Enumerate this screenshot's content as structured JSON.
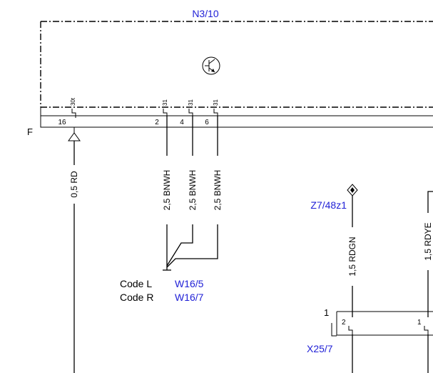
{
  "components": {
    "ecu": {
      "label": "N3/10"
    },
    "ground_point": {
      "label": "Z7/48z1"
    },
    "connector": {
      "label": "X25/7",
      "side_pin": "1",
      "pins": [
        "2",
        "1"
      ]
    },
    "ground_ref_1": {
      "label": "W16/5"
    },
    "ground_ref_2": {
      "label": "W16/7"
    }
  },
  "connector_row": {
    "label": "F"
  },
  "pins": [
    {
      "number": "16",
      "terminal": "30t"
    },
    {
      "number": "2",
      "terminal": "31"
    },
    {
      "number": "4",
      "terminal": "31"
    },
    {
      "number": "6",
      "terminal": "31"
    }
  ],
  "wires": [
    {
      "label": "0,5 RD"
    },
    {
      "label": "2,5 BNWH"
    },
    {
      "label": "2,5 BNWH"
    },
    {
      "label": "2,5 BNWH"
    },
    {
      "label": "1,5 RDGN"
    },
    {
      "label": "1,5 RDYE"
    }
  ],
  "codes": [
    {
      "name": "Code L"
    },
    {
      "name": "Code R"
    }
  ]
}
